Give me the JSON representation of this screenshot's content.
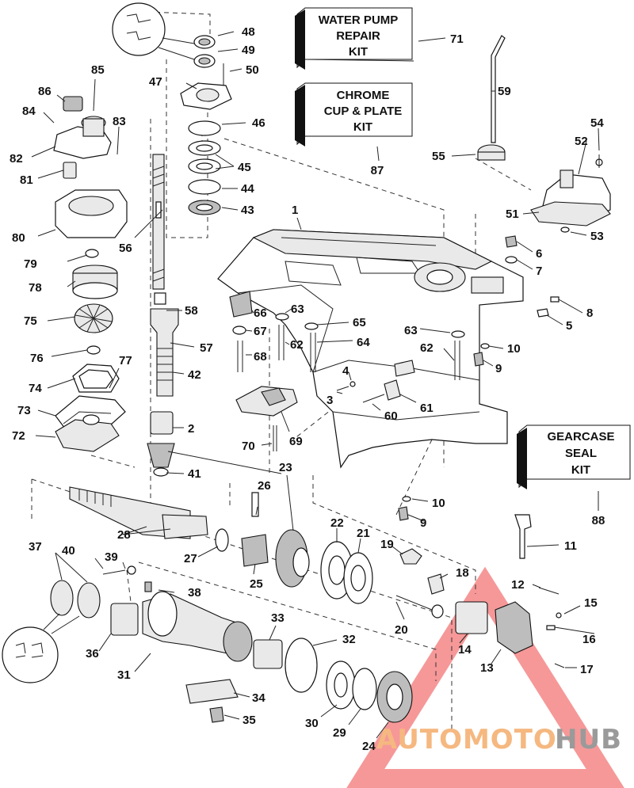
{
  "kits": {
    "water_pump": {
      "lines": [
        "WATER PUMP",
        "REPAIR",
        "KIT"
      ],
      "ref": "71"
    },
    "chrome_cup": {
      "lines": [
        "CHROME",
        "CUP & PLATE",
        "KIT"
      ],
      "ref": "87"
    },
    "gearcase_seal": {
      "lines": [
        "GEARCASE",
        "SEAL",
        "KIT"
      ],
      "ref": "88"
    }
  },
  "watermark": {
    "part1": "AUTOMOTO",
    "part2": "HUB"
  },
  "colors": {
    "watermark_triangle": "#ef4444",
    "watermark_orange": "#f5b880",
    "watermark_gray": "#9a9a9a",
    "line": "#222222"
  },
  "part_numbers": [
    "1",
    "2",
    "3",
    "4",
    "5",
    "6",
    "7",
    "8",
    "9",
    "9",
    "10",
    "10",
    "11",
    "12",
    "13",
    "14",
    "15",
    "16",
    "17",
    "18",
    "19",
    "20",
    "21",
    "22",
    "23",
    "24",
    "25",
    "26",
    "27",
    "28",
    "29",
    "30",
    "31",
    "32",
    "33",
    "34",
    "35",
    "36",
    "37",
    "38",
    "39",
    "40",
    "41",
    "42",
    "43",
    "44",
    "45",
    "46",
    "47",
    "48",
    "49",
    "50",
    "51",
    "52",
    "53",
    "54",
    "55",
    "56",
    "57",
    "58",
    "59",
    "60",
    "61",
    "62",
    "62",
    "63",
    "63",
    "64",
    "65",
    "66",
    "67",
    "68",
    "69",
    "70",
    "72",
    "73",
    "74",
    "75",
    "76",
    "77",
    "78",
    "79",
    "80",
    "81",
    "82",
    "83",
    "84",
    "85",
    "86"
  ]
}
